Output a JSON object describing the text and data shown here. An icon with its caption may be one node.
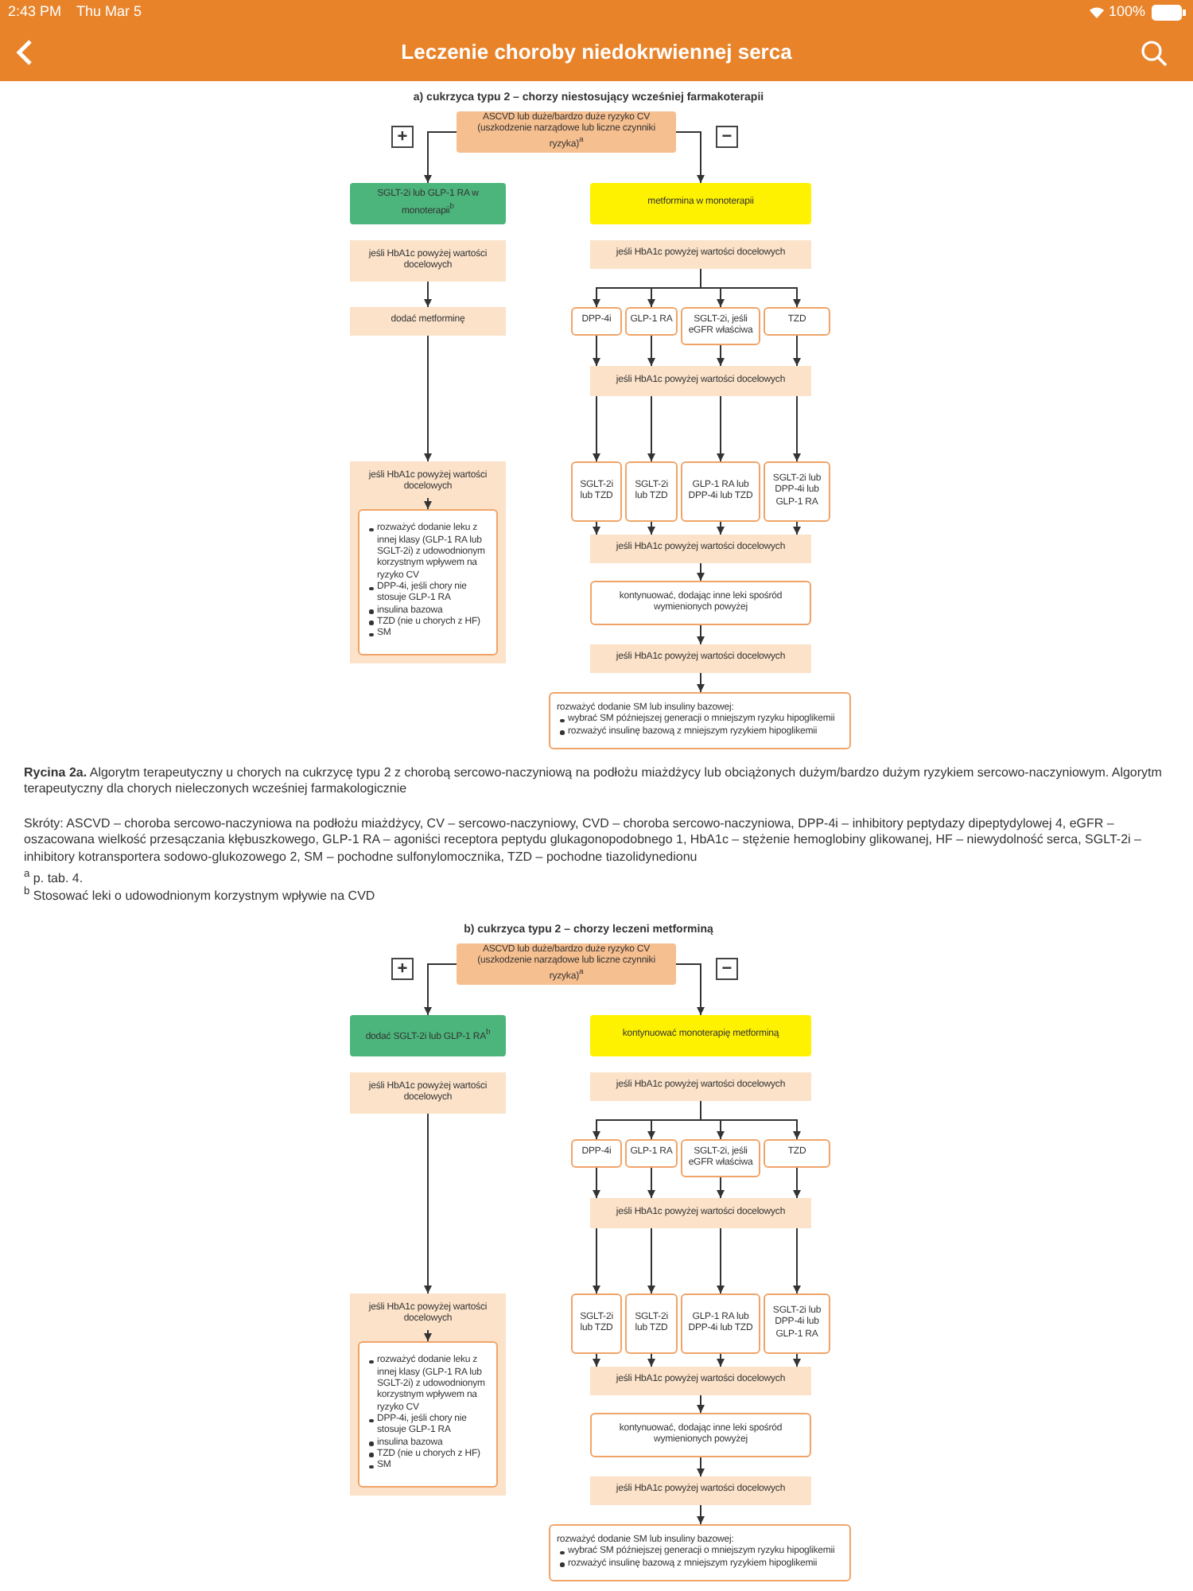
{
  "diagram": {
    "title": "Leczenie choroby niedokrwiennej serca",
    "caption": "**Rycina 2a.** Algorytm terapeutyczny u chorych na cukrzycę typu 2 z chorobą sercowo-naczyniową na podłożu miażdżycy lub obciążonych dużym/bardzo dużym ryzykiem sercowo-naczyniowym. Algorytm terapeutyczny dla chorych nieleczonych wcześniej farmakologicznie",
    "nodes": [
      {
        "text": [
          "ASCVD lub duże/bardzo duże ryzyko CV (uszkodzenie narządowe lub liczne czynniki ryzyka)$^{a}$"
        ]
      },
      {
        "text": [
          "SGLT-2i lub GLP-1 RA w monoterapii$^{b}$"
        ]
      },
      {
        "text": [
          "jeśli HbA1c powyżej wartości docelowych"
        ]
      },
      {
        "text": [
          "dodać metforminę"
        ]
      },
      {
        "text": [],
        "shape": "box"
      },
      {
        "text": [
          "jeśli HbA1c powyżej wartości docelowych"
        ],
        "in": 4
      },
      {
        "text": [
          "rozważyć dodanie leku z innej klasy (GLP-1 RA lub SGLT-2i) z udowodnionym korzystnym wpływem na ryzyko CV",
          "DPP-4i, jeśli chory nie stosuje GLP-1 RA",
          "insulina bazowa",
          "TZD (nie u chorych z HF)",
          "SM"
        ],
        "in": 4
      },
      {
        "text": [
          "metformina w monoterapii"
        ]
      },
      {
        "text": [
          "jeśli HbA1c powyżej wartości docelowych"
        ]
      },
      {
        "text": [
          "DPP-4i"
        ]
      },
      {
        "text": [
          "GLP-1 RA"
        ]
      },
      {
        "text": [
          "SGLT-2i, jeśli eGFR właściwa"
        ]
      },
      {
        "text": [
          "TZD"
        ]
      },
      {
        "text": [
          "jeśli HbA1c powyżej wartości docelowych"
        ]
      },
      {
        "text": [
          "SGLT-2i lub TZD"
        ]
      },
      {
        "text": [
          "SGLT-2i lub TZD"
        ]
      },
      {
        "text": [
          "GLP-1 RA lub DPP-4i lub TZD"
        ]
      },
      {
        "text": [
          "SGLT-2i lub DPP-4i lub GLP-1 RA"
        ]
      },
      {
        "text": [
          "jeśli HbA1c powyżej wartości docelowych"
        ]
      },
      {
        "text": [
          "kontynuować, dodając inne leki spośród wymienionych powyżej"
        ]
      },
      {
        "text": [
          "jeśli HbA1c powyżej wartości docelowych"
        ]
      },
      {
        "text": [
          "rozważyć dodanie SM lub insuliny bazowej:",
          "wybrać SM późniejszej generacji o mniejszym ryzyku hipoglikemii",
          "rozważyć insulinę bazową z mniejszym ryzykiem hipoglikemii"
        ]
      },
      {
        "text": [
          "ASCVD lub duże/bardzo duże ryzyko CV (uszkodzenie narządowe lub liczne czynniki ryzyka)$^{a}$"
        ]
      },
      {
        "text": [
          "dodać SGLT-2i lub GLP-1 RA$^{b}$"
        ]
      },
      {
        "text": [
          "jeśli HbA1c powyżej wartości docelowych"
        ]
      },
      {
        "text": [],
        "shape": "box"
      },
      {
        "text": [
          "jeśli HbA1c powyżej wartości docelowych"
        ],
        "in": 25
      },
      {
        "text": [
          "rozważyć dodanie leku z innej klasy (GLP-1 RA lub SGLT-2i) z udowodnionym korzystnym wpływem na ryzyko CV",
          "DPP-4i, jeśli chory nie stosuje GLP-1 RA",
          "insulina bazowa",
          "TZD (nie u chorych z HF)",
          "SM"
        ],
        "in": 25
      },
      {
        "text": [
          "kontynuować monoterapię metforminą"
        ]
      },
      {
        "text": [
          "jeśli HbA1c powyżej wartości docelowych"
        ]
      },
      {
        "text": [
          "DPP-4i"
        ]
      },
      {
        "text": [
          "GLP-1 RA"
        ]
      },
      {
        "text": [
          "SGLT-2i, jeśli eGFR właściwa"
        ]
      },
      {
        "text": [
          "TZD"
        ]
      },
      {
        "text": [
          "jeśli HbA1c powyżej wartości docelowych"
        ]
      },
      {
        "text": [
          "SGLT-2i lub TZD"
        ]
      },
      {
        "text": [
          "SGLT-2i lub TZD"
        ]
      },
      {
        "text": [
          "GLP-1 RA lub DPP-4i lub TZD"
        ]
      },
      {
        "text": [
          "SGLT-2i lub DPP-4i lub GLP-1 RA"
        ]
      },
      {
        "text": [
          "jeśli HbA1c powyżej wartości docelowych"
        ]
      },
      {
        "text": [
          "kontynuować, dodając inne leki spośród wymienionych powyżej"
        ]
      },
      {
        "text": [
          "jeśli HbA1c powyżej wartości docelowych"
        ]
      },
      {
        "text": [
          "rozważyć dodanie SM lub insuliny bazowej:",
          "wybrać SM późniejszej generacji o mniejszym ryzyku hipoglikemii",
          "rozważyć insulinę bazową z mniejszym ryzykiem hipoglikemii"
        ]
      }
    ],
    "edges": [
      {
        "from": 0,
        "to": 1,
        "arrow": "to"
      },
      {
        "from": 0,
        "to": 7,
        "arrow": "to"
      },
      {
        "from": 2,
        "to": 3,
        "arrow": "to"
      },
      {
        "from": 3,
        "to": 4,
        "arrow": "to"
      },
      {
        "from": 5,
        "to": 6,
        "arrow": "to"
      },
      {
        "from": 8,
        "to": 9,
        "arrow": "to"
      },
      {
        "from": 8,
        "to": 10,
        "arrow": "to"
      },
      {
        "from": 8,
        "to": 11,
        "arrow": "to"
      },
      {
        "from": 8,
        "to": 12,
        "arrow": "to"
      },
      {
        "from": 9,
        "to": 13,
        "arrow": "to"
      },
      {
        "from": 10,
        "to": 13,
        "arrow": "to"
      },
      {
        "from": 11,
        "to": 13,
        "arrow": "to"
      },
      {
        "from": 12,
        "to": 13,
        "arrow": "to"
      },
      {
        "from": 13,
        "to": 14,
        "arrow": "to"
      },
      {
        "from": 13,
        "to": 15,
        "arrow": "to"
      },
      {
        "from": 13,
        "to": 16,
        "arrow": "to"
      },
      {
        "from": 13,
        "to": 17,
        "arrow": "to"
      },
      {
        "from": 14,
        "to": 18,
        "arrow": "to"
      },
      {
        "from": 15,
        "to": 18,
        "arrow": "to"
      },
      {
        "from": 16,
        "to": 18,
        "arrow": "to"
      },
      {
        "from": 17,
        "to": 18,
        "arrow": "to"
      },
      {
        "from": 18,
        "to": 19,
        "arrow": "to"
      },
      {
        "from": 19,
        "to": 20,
        "arrow": "to"
      },
      {
        "from": 20,
        "to": 21,
        "arrow": "to"
      },
      {
        "from": 22,
        "to": 23,
        "arrow": "to"
      },
      {
        "from": 22,
        "to": 28,
        "arrow": "to"
      },
      {
        "from": 24,
        "to": 25,
        "arrow": "to"
      },
      {
        "from": 26,
        "to": 27,
        "arrow": "to"
      },
      {
        "from": 29,
        "to": 30,
        "arrow": "to"
      },
      {
        "from": 29,
        "to": 31,
        "arrow": "to"
      },
      {
        "from": 29,
        "to": 32,
        "arrow": "to"
      },
      {
        "from": 29,
        "to": 33,
        "arrow": "to"
      },
      {
        "from": 30,
        "to": 34,
        "arrow": "to"
      },
      {
        "from": 31,
        "to": 34,
        "arrow": "to"
      },
      {
        "from": 32,
        "to": 34,
        "arrow": "to"
      },
      {
        "from": 33,
        "to": 34,
        "arrow": "to"
      },
      {
        "from": 34,
        "to": 35,
        "arrow": "to"
      },
      {
        "from": 34,
        "to": 36,
        "arrow": "to"
      },
      {
        "from": 34,
        "to": 37,
        "arrow": "to"
      },
      {
        "from": 34,
        "to": 38,
        "arrow": "to"
      },
      {
        "from": 35,
        "to": 39,
        "arrow": "to"
      },
      {
        "from": 36,
        "to": 39,
        "arrow": "to"
      },
      {
        "from": 37,
        "to": 39,
        "arrow": "to"
      },
      {
        "from": 38,
        "to": 39,
        "arrow": "to"
      },
      {
        "from": 39,
        "to": 40,
        "arrow": "to"
      },
      {
        "from": 40,
        "to": 41,
        "arrow": "to"
      },
      {
        "from": 41,
        "to": 42,
        "arrow": "to"
      }
    ],
    "labels": [
      "2:43 PM",
      "Thu Mar 5",
      "100%",
      "a) cukrzyca typu 2 – chorzy niestosujący wcześniej farmakoterapii",
      "+",
      "−",
      "Skróty: ASCVD – choroba sercowo-naczyniowa na podłożu miażdżycy, CV – sercowo-naczyniowy, CVD – choroba sercowo-naczyniowa, DPP-4i – inhibitory peptydazy dipeptydylowej 4, eGFR – oszacowana wielkość przesączania kłębuszkowego, GLP-1 RA – agoniści receptora peptydu glukagonopodobnego 1, HbA1c – stężenie hemoglobiny glikowanej, HF – niewydolność serca, SGLT-2i – inhibitory kotransportera sodowo-glukozowego 2, SM – pochodne sulfonylomocznika, TZD – pochodne tiazolidynedionu",
      "$^{a}$ p. tab. 4.",
      "$^{b}$ Stosować leki o udowodnionym korzystnym wpływie na CVD",
      "b) cukrzyca typu 2 – chorzy leczeni metforminą",
      "+",
      "−"
    ]
  }
}
